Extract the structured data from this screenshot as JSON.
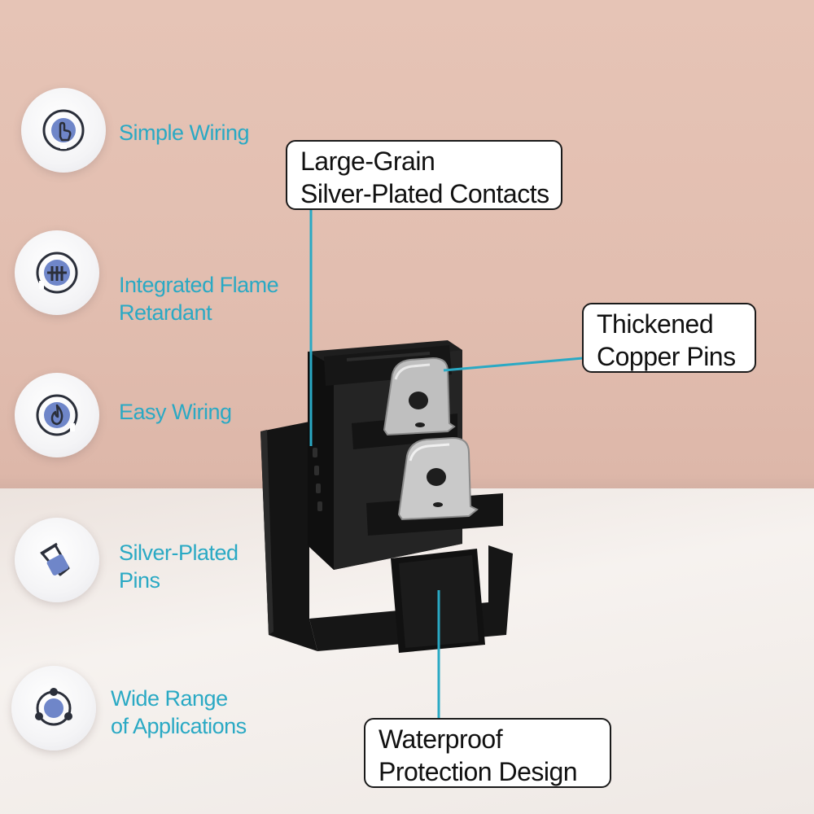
{
  "features": [
    {
      "label_lines": [
        "Simple Wiring"
      ],
      "icon": "touch-pointer-icon"
    },
    {
      "label_lines": [
        "Integrated Flame",
        "Retardant"
      ],
      "icon": "heat-lines-icon"
    },
    {
      "label_lines": [
        "Easy Wiring"
      ],
      "icon": "flame-icon"
    },
    {
      "label_lines": [
        "Silver-Plated",
        "Pins"
      ],
      "icon": "pin-plug-icon"
    },
    {
      "label_lines": [
        "Wide Range",
        "of Applications"
      ],
      "icon": "network-nodes-icon"
    }
  ],
  "callouts": {
    "contacts": [
      "Large-Grain",
      "Silver-Plated Contacts"
    ],
    "pins": [
      "Thickened",
      "Copper Pins"
    ],
    "waterproof": [
      "Waterproof",
      "Protection Design"
    ]
  },
  "colors": {
    "accent": "#2aa9c4",
    "icon_blue": "#6f86c9",
    "icon_dark": "#2b2f3a",
    "wall": "#e2beb0",
    "switch_body": "#1c1c1c"
  }
}
